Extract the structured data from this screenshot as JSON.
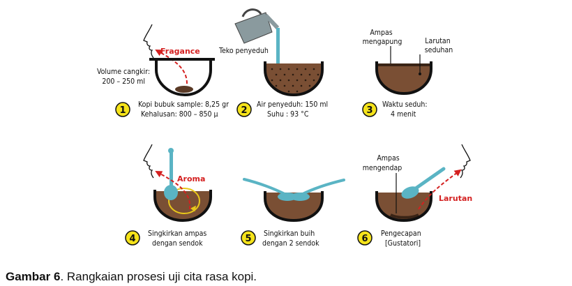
{
  "colors": {
    "coffee_dark": "#5a3a26",
    "coffee_brown": "#7a4f34",
    "crema": "#b08060",
    "cup_outline": "#111111",
    "spoon": "#5ab4c4",
    "badge": "#f5e31a",
    "arrow_red": "#d42020",
    "kettle": "#8a9a9e"
  },
  "steps": [
    {
      "number": "1",
      "caption": [
        "Kopi bubuk sample: 8,25 gr",
        "Kehalusan: 800 – 850 µ"
      ],
      "labels": {
        "fragance": "Fragance",
        "volume": [
          "Volume cangkir:",
          "200 – 250 ml"
        ]
      }
    },
    {
      "number": "2",
      "caption": [
        "Air penyeduh: 150 ml",
        "Suhu : 93 °C"
      ],
      "labels": {
        "kettle": "Teko penyeduh"
      }
    },
    {
      "number": "3",
      "caption": [
        "Waktu seduh:",
        "4 menit"
      ],
      "labels": {
        "ampas": [
          "Ampas",
          "mengapung"
        ],
        "larutan": [
          "Larutan",
          "seduhan"
        ]
      }
    },
    {
      "number": "4",
      "caption": [
        "Singkirkan ampas",
        "dengan sendok"
      ],
      "labels": {
        "aroma": "Aroma"
      }
    },
    {
      "number": "5",
      "caption": [
        "Singkirkan buih",
        "dengan 2 sendok"
      ],
      "labels": {}
    },
    {
      "number": "6",
      "caption": [
        "Pengecapan",
        "[Gustatori]"
      ],
      "labels": {
        "ampas": [
          "Ampas",
          "mengendap"
        ],
        "larutan": "Larutan"
      }
    }
  ],
  "figure_caption": {
    "label": "Gambar 6",
    "text": ". Rangkaian prosesi uji cita rasa kopi."
  }
}
